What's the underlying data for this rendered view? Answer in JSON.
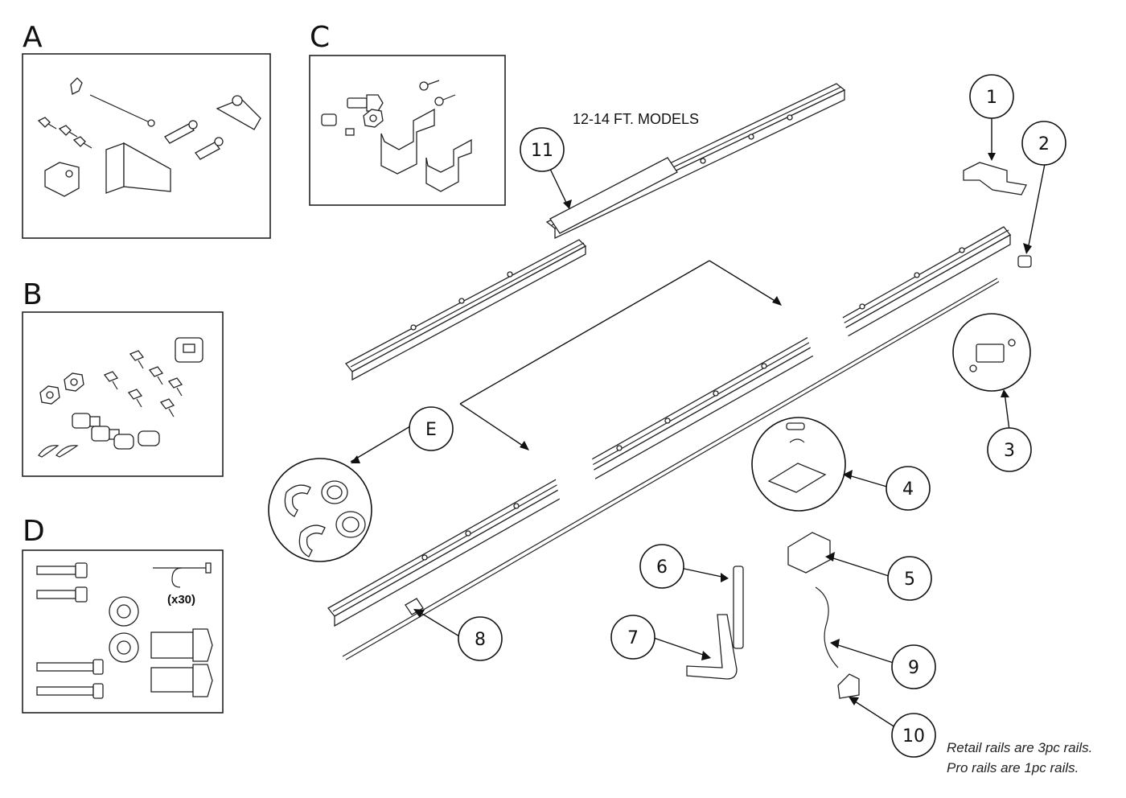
{
  "kits": {
    "a": "A",
    "b": "B",
    "c": "C",
    "d": "D"
  },
  "callouts": {
    "e": "E",
    "c1": "1",
    "c2": "2",
    "c3": "3",
    "c4": "4",
    "c5": "5",
    "c6": "6",
    "c7": "7",
    "c8": "8",
    "c9": "9",
    "c10": "10",
    "c11": "11"
  },
  "labels": {
    "models": "12-14 FT. MODELS",
    "staple_count": "(x30)",
    "note_line1": "Retail rails are 3pc rails.",
    "note_line2": "Pro rails are 1pc rails."
  },
  "icons": [
    "bolt-icon",
    "nut-icon",
    "bracket-icon",
    "pin-icon",
    "spacer-icon",
    "staple-icon"
  ]
}
